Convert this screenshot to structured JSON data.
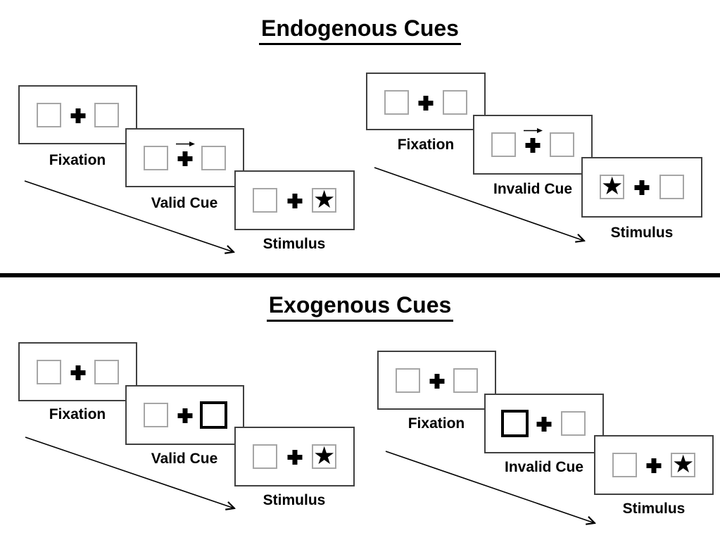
{
  "page": {
    "background": "#ffffff"
  },
  "colors": {
    "ink": "#000000",
    "panel_border": "#404040",
    "square_border": "#a6a6a6",
    "bold_square_border": "#000000",
    "divider": "#000000"
  },
  "glyphs": {
    "star": "★"
  },
  "sections": [
    {
      "title": "Endogenous Cues"
    },
    {
      "title": "Exogenous Cues"
    }
  ],
  "groups": [
    {
      "name": "endogenous-valid",
      "panels": [
        {
          "label": "Fixation",
          "left": "empty",
          "right": "empty",
          "cue_arrow": false
        },
        {
          "label": "Valid Cue",
          "left": "empty",
          "right": "empty",
          "cue_arrow": true
        },
        {
          "label": "Stimulus",
          "left": "empty",
          "right": "star",
          "cue_arrow": false
        }
      ]
    },
    {
      "name": "endogenous-invalid",
      "panels": [
        {
          "label": "Fixation",
          "left": "empty",
          "right": "empty",
          "cue_arrow": false
        },
        {
          "label": "Invalid Cue",
          "left": "empty",
          "right": "empty",
          "cue_arrow": true
        },
        {
          "label": "Stimulus",
          "left": "star",
          "right": "empty",
          "cue_arrow": false
        }
      ]
    },
    {
      "name": "exogenous-valid",
      "panels": [
        {
          "label": "Fixation",
          "left": "empty",
          "right": "empty",
          "cue_arrow": false
        },
        {
          "label": "Valid Cue",
          "left": "empty",
          "right": "bold",
          "cue_arrow": false
        },
        {
          "label": "Stimulus",
          "left": "empty",
          "right": "star",
          "cue_arrow": false
        }
      ]
    },
    {
      "name": "exogenous-invalid",
      "panels": [
        {
          "label": "Fixation",
          "left": "empty",
          "right": "empty",
          "cue_arrow": false
        },
        {
          "label": "Invalid Cue",
          "left": "bold",
          "right": "empty",
          "cue_arrow": false
        },
        {
          "label": "Stimulus",
          "left": "empty",
          "right": "star",
          "cue_arrow": false
        }
      ]
    }
  ]
}
